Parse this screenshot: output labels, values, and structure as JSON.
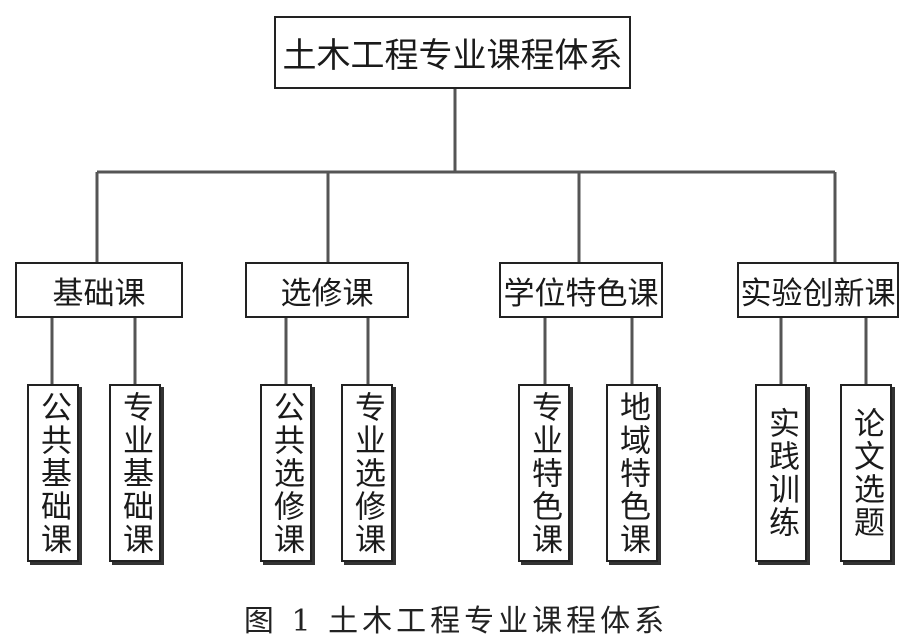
{
  "root": {
    "label": "土木工程专业课程体系"
  },
  "categories": [
    {
      "label": "基础课",
      "children": [
        "公共基础课",
        "专业基础课"
      ]
    },
    {
      "label": "选修课",
      "children": [
        "公共选修课",
        "专业选修课"
      ]
    },
    {
      "label": "学位特色课",
      "children": [
        "专业特色课",
        "地域特色课"
      ]
    },
    {
      "label": "实验创新课",
      "children": [
        "实践训练",
        "论文选题"
      ]
    }
  ],
  "caption": "图 1  土木工程专业课程体系",
  "colors": {
    "line": "#555555",
    "border": "#222222",
    "text": "#1a1a1a"
  }
}
